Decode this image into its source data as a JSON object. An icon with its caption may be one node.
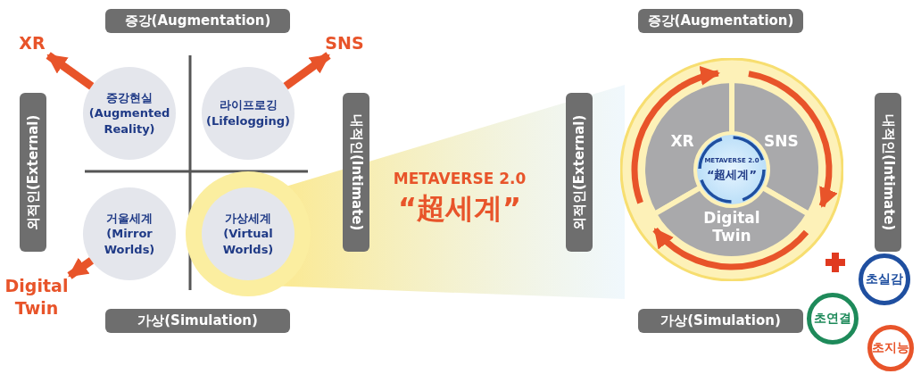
{
  "diagram": {
    "nodes": [
      {
        "text": [
          "증강(Augmentation)"
        ]
      },
      {
        "text": [
          "XR"
        ]
      },
      {
        "text": [
          "SNS"
        ]
      },
      {
        "text": [
          "증강현실 (Augmented Reality)"
        ]
      },
      {
        "text": [
          "라이프로깅 (Lifelogging)"
        ]
      },
      {
        "text": [
          "외적인(External)"
        ]
      },
      {
        "text": [
          "내적인(Intimate)"
        ]
      },
      {
        "text": [
          "거울세계 (Mirror Worlds)"
        ]
      },
      {
        "text": [
          "가상세계 (Virtual Worlds)"
        ]
      },
      {
        "text": [
          "Digital Twin"
        ]
      },
      {
        "text": [
          "가상(Simulation)"
        ]
      },
      {
        "text": [
          "증강(Augmentation)"
        ]
      },
      {
        "text": [
          "외적인(External)"
        ]
      },
      {
        "text": [],
        "shape": "circle"
      },
      {
        "text": [
          "XR"
        ],
        "in": 13
      },
      {
        "text": [
          "SNS"
        ],
        "in": 13
      },
      {
        "text": [
          "Digital Twin"
        ],
        "in": 13
      },
      {
        "text": [
          "METAVERSE 2.0",
          "“超세계”"
        ],
        "in": 13
      },
      {
        "text": [
          "내적인(Intimate)"
        ]
      },
      {
        "text": [
          "초실감"
        ]
      },
      {
        "text": [
          "초연결"
        ]
      },
      {
        "text": [
          "초지능"
        ]
      },
      {
        "text": [
          "가상(Simulation)"
        ]
      }
    ],
    "edges": [
      {
        "from": 3,
        "to": 1,
        "arrow": "to"
      },
      {
        "from": 4,
        "to": 2,
        "arrow": "to"
      },
      {
        "from": 7,
        "to": 9,
        "arrow": "to"
      },
      {
        "from": 14,
        "to": 15,
        "arrow": "to"
      },
      {
        "from": 15,
        "to": 16,
        "arrow": "to"
      },
      {
        "from": 16,
        "to": 14,
        "arrow": "to"
      }
    ],
    "labels": [
      "METAVERSE 2.0",
      "“超세계”"
    ]
  }
}
